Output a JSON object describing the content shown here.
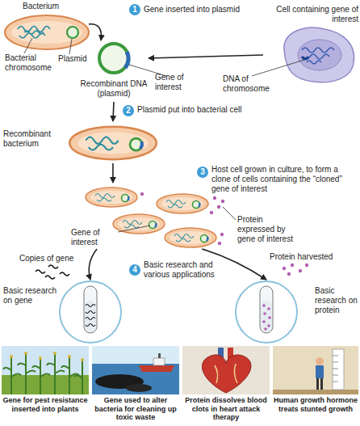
{
  "diagram": {
    "nodes": [
      {
        "text": [
          "Bacterium"
        ]
      },
      {
        "text": [
          "Cell containing gene of interest"
        ]
      },
      {
        "text": [
          "Recombinant DNA (plasmid)"
        ]
      },
      {
        "text": [
          "Recombinant bacterium"
        ]
      },
      {
        "text": [
          "Gene of interest",
          "Protein expressed by gene of interest"
        ]
      },
      {
        "text": [
          "Basic research on gene"
        ]
      },
      {
        "text": [
          "Basic research on protein"
        ]
      },
      {
        "text": [
          "Gene for pest resistance inserted into plants"
        ]
      },
      {
        "text": [
          "Gene used to alter bacteria for cleaning up toxic waste"
        ]
      },
      {
        "text": [
          "Protein dissolves blood clots in heart attack therapy"
        ]
      },
      {
        "text": [
          "Human growth hormone treats stunted growth"
        ]
      }
    ],
    "edges": [
      {
        "from": 0,
        "to": 2,
        "arrow": "to"
      },
      {
        "from": 1,
        "to": 2,
        "arrow": "to"
      },
      {
        "from": 2,
        "to": 3,
        "arrow": "to"
      },
      {
        "from": 3,
        "to": 4,
        "arrow": "to"
      },
      {
        "from": 4,
        "to": 5,
        "arrow": "to"
      },
      {
        "from": 4,
        "to": 6,
        "arrow": "to"
      }
    ],
    "labels": [
      "1",
      "Gene inserted into plasmid",
      "Bacterial chromosome",
      "Plasmid",
      "Gene of interest",
      "DNA of chromosome",
      "2",
      "Plasmid put into bacterial cell",
      "3",
      "Host cell grown in culture, to form a clone of cells containing the “cloned” gene of interest",
      "Copies of gene",
      "Protein harvested",
      "4",
      "Basic research and various applications"
    ]
  }
}
